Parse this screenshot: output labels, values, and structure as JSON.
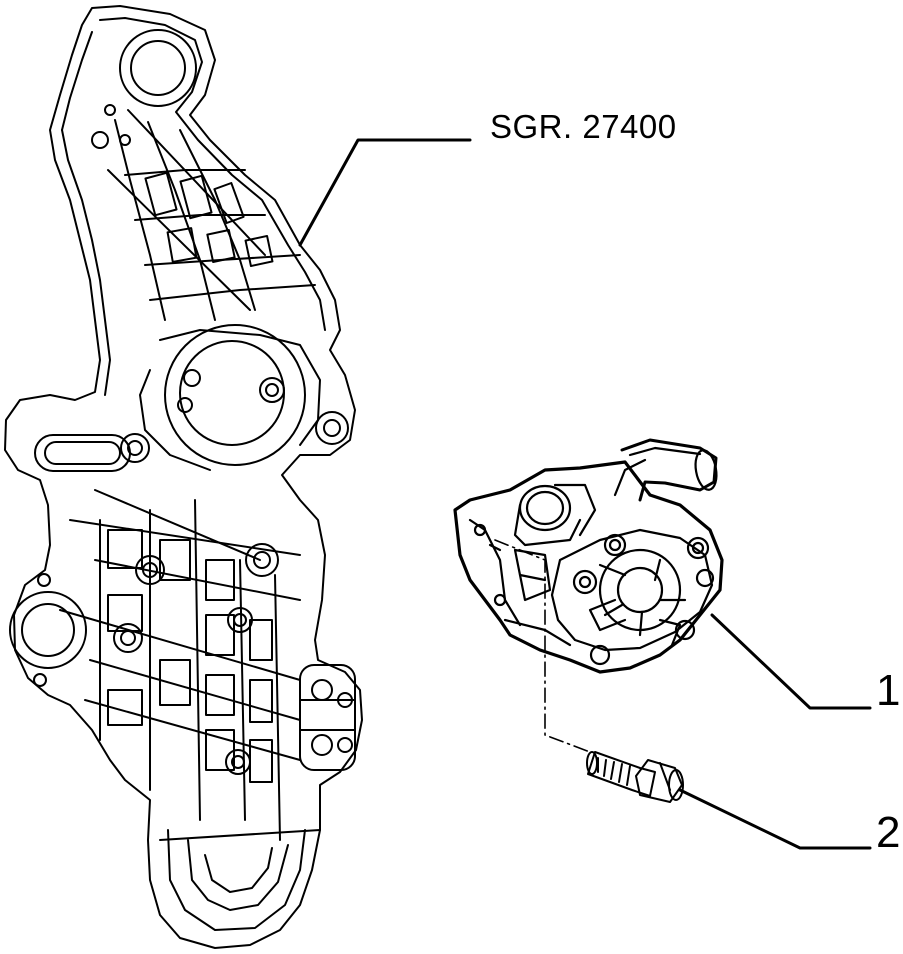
{
  "diagram": {
    "reference_label": "SGR. 27400",
    "callouts": [
      {
        "number": "1",
        "part": "power-steering-pump"
      },
      {
        "number": "2",
        "part": "mounting-bolt"
      }
    ],
    "colors": {
      "line": "#000000",
      "background": "#ffffff"
    }
  }
}
